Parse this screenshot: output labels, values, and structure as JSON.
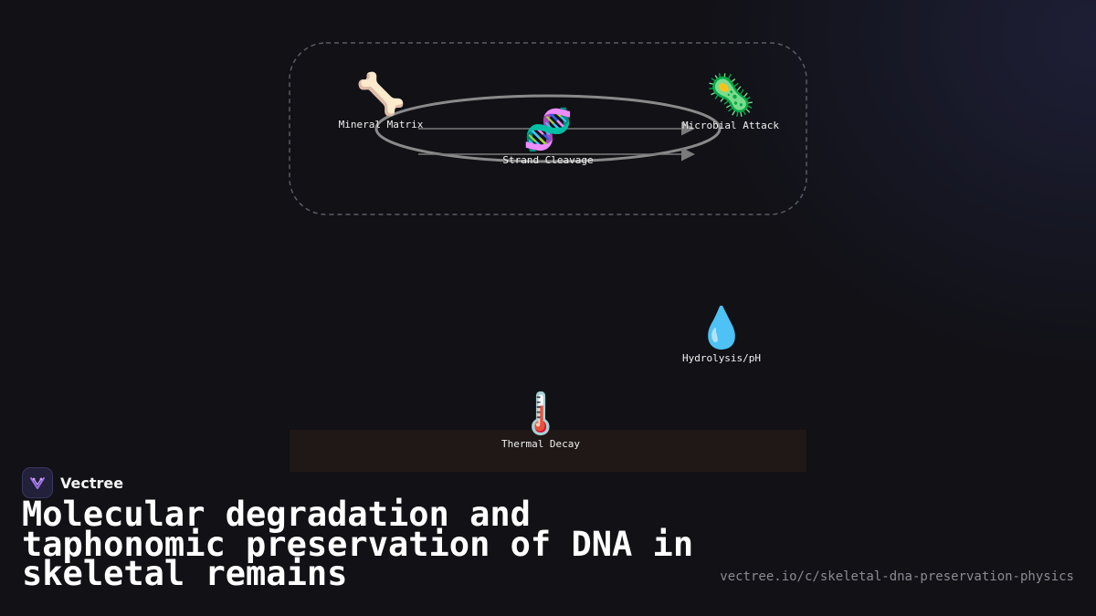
{
  "diagram": {
    "nodes": {
      "mineral_matrix": {
        "icon": "bone-icon",
        "glyph": "🦴",
        "label": "Mineral Matrix"
      },
      "strand_cleavage": {
        "icon": "dna-icon",
        "glyph": "🧬",
        "label": "Strand Cleavage"
      },
      "microbial_attack": {
        "icon": "microbe-icon",
        "glyph": "🦠",
        "label": "Microbial Attack"
      },
      "hydrolysis": {
        "icon": "droplet-icon",
        "glyph": "💧",
        "label": "Hydrolysis/pH"
      },
      "thermal_decay": {
        "icon": "thermometer-icon",
        "glyph": "🌡️",
        "label": "Thermal Decay"
      }
    },
    "colors": {
      "group_border": "#5a5a66",
      "cycle_stroke": "#8a8a8a",
      "arrow": "#7a7a7a",
      "strip": "#1f1816",
      "background": "#111116"
    }
  },
  "brand": {
    "name": "Vectree",
    "logo_icon": "vectree-logo-icon"
  },
  "title": "Molecular degradation and taphonomic preservation of DNA in skeletal remains",
  "url": "vectree.io/c/skeletal-dna-preservation-physics"
}
